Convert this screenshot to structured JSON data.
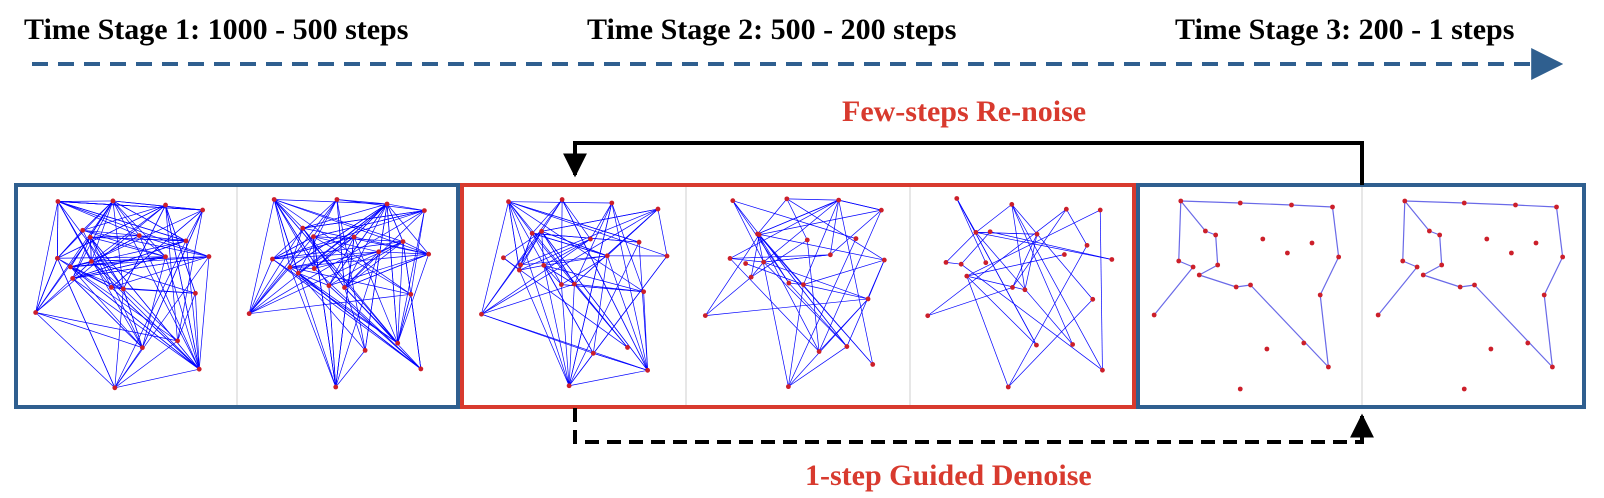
{
  "stages": [
    {
      "label": "Time Stage 1: 1000 - 500 steps"
    },
    {
      "label": "Time Stage 2: 500 - 200 steps"
    },
    {
      "label": "Time Stage 3: 200 - 1 steps"
    }
  ],
  "processes": {
    "renoise": {
      "label": "Few-steps Re-noise"
    },
    "denoise": {
      "label": "1-step Guided Denoise"
    }
  },
  "colors": {
    "stage_box_blue": "#2f5f8f",
    "stage_box_red": "#d83a2e",
    "timeline": "#2f5f8f",
    "edge_blue": "#0000ff",
    "edge_soft": "#6a6ae8",
    "node_red": "#cc1f2a",
    "process_label": "#d83a2e",
    "arrow": "#000000"
  },
  "icons": {
    "timeline_arrow": "arrow-right-icon",
    "renoise_arrow": "arrow-down-icon",
    "denoise_arrow": "arrow-up-icon"
  }
}
